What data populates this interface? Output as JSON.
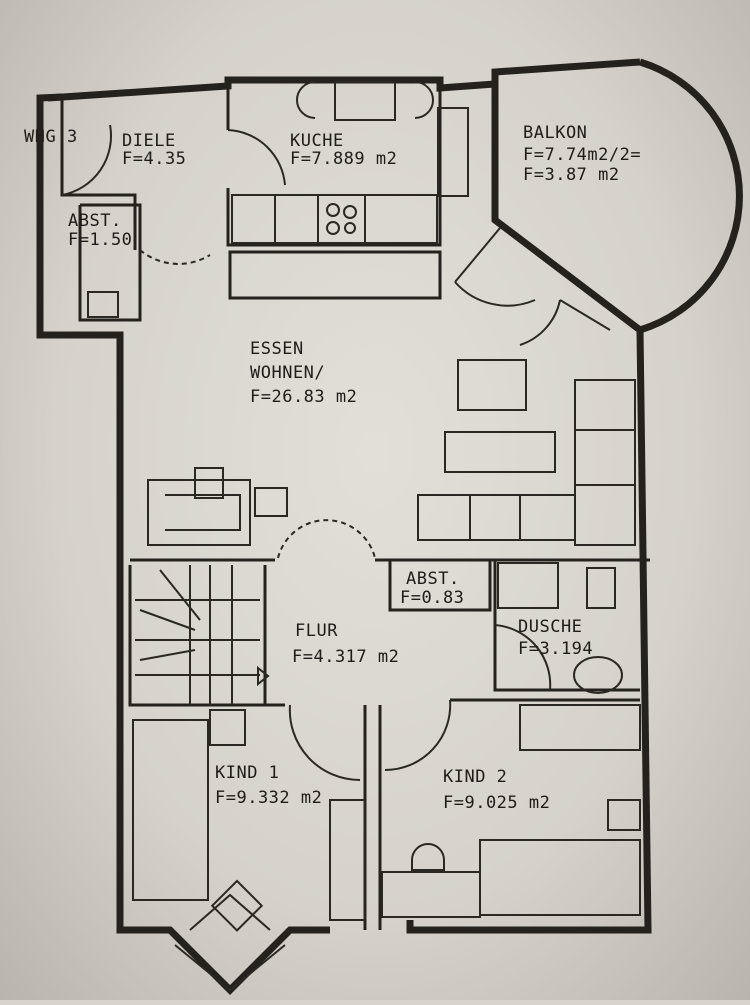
{
  "plan": {
    "unit_label": "WHG 3",
    "rooms": {
      "diele": {
        "name": "DIELE",
        "area": "F=4.35"
      },
      "kueche": {
        "name": "KUCHE",
        "area": "F=7.889 m2"
      },
      "balkon": {
        "name": "BALKON",
        "area_full": "F=7.74m2/2=",
        "area": "F=3.87 m2"
      },
      "abst1": {
        "name": "ABST.",
        "area": "F=1.50"
      },
      "wohnen": {
        "name1": "ESSEN",
        "name2": "WOHNEN/",
        "area": "F=26.83 m2"
      },
      "abst2": {
        "name": "ABST.",
        "area": "F=0.83"
      },
      "flur": {
        "name": "FLUR",
        "area": "F=4.317 m2"
      },
      "dusche": {
        "name": "DUSCHE",
        "area": "F=3.194"
      },
      "kind1": {
        "name": "KIND 1",
        "area": "F=9.332 m2"
      },
      "kind2": {
        "name": "KIND 2",
        "area": "F=9.025 m2"
      }
    }
  }
}
